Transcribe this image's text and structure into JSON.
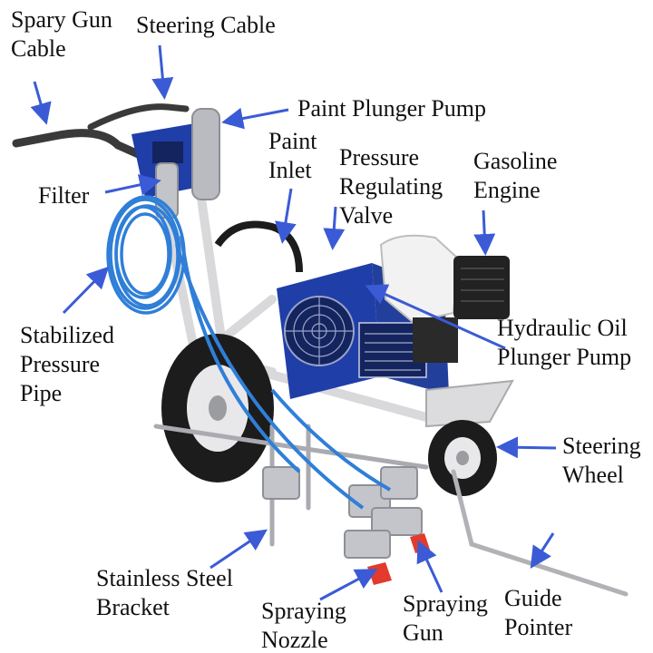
{
  "colors": {
    "arrow": "#3b5bd6",
    "machine_blue": "#1f3ea8",
    "machine_dark": "#14245e",
    "hose_blue": "#2f7fd8",
    "tire": "#1c1c1c",
    "frame": "#d9d9dc",
    "steel": "#a9abb0",
    "engine_white": "#f2f2f2",
    "engine_black": "#222222",
    "nozzle_red": "#e23a2c"
  },
  "labels": {
    "spray_gun_cable": {
      "line1": "Spary Gun",
      "line2": "Cable"
    },
    "steering_cable": {
      "line1": "Steering Cable"
    },
    "paint_plunger_pump": {
      "line1": "Paint Plunger Pump"
    },
    "paint_inlet": {
      "line1": "Paint",
      "line2": "Inlet"
    },
    "pressure_regulating_valve": {
      "line1": "Pressure",
      "line2": "Regulating",
      "line3": "Valve"
    },
    "gasoline_engine": {
      "line1": "Gasoline",
      "line2": "Engine"
    },
    "filter": {
      "line1": "Filter"
    },
    "stabilized_pressure_pipe": {
      "line1": "Stabilized",
      "line2": "Pressure",
      "line3": "Pipe"
    },
    "hydraulic_oil_plunger_pump": {
      "line1": "Hydraulic Oil",
      "line2": "Plunger Pump"
    },
    "steering_wheel": {
      "line1": "Steering",
      "line2": "Wheel"
    },
    "stainless_steel_bracket": {
      "line1": "Stainless Steel",
      "line2": "Bracket"
    },
    "spraying_gun": {
      "line1": "Spraying",
      "line2": "Gun"
    },
    "spraying_nozzle": {
      "line1": "Spraying",
      "line2": "Nozzle"
    },
    "guide_pointer": {
      "line1": "Guide",
      "line2": "Pointer"
    }
  }
}
